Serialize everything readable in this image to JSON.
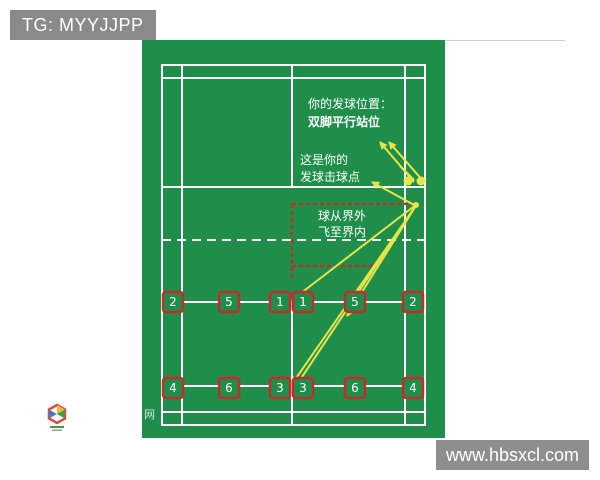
{
  "overlay_tag": "TG: MYYJJPP",
  "footer_site": "www.hbsxcl.com",
  "court": {
    "serve_position_label": "你的发球位置：",
    "serve_stance_label": "双脚平行站位",
    "hit_point_line1": "这是你的",
    "hit_point_line2": "发球击球点",
    "out_line1": "球从界外",
    "out_line2": "飞至界内",
    "watermark_text": "网",
    "zones": [
      {
        "label": "2"
      },
      {
        "label": "5"
      },
      {
        "label": "1"
      },
      {
        "label": "1"
      },
      {
        "label": "5"
      },
      {
        "label": "2"
      },
      {
        "label": "4"
      },
      {
        "label": "6"
      },
      {
        "label": "3"
      },
      {
        "label": "3"
      },
      {
        "label": "6"
      },
      {
        "label": "4"
      }
    ]
  },
  "colors": {
    "court_green": "#1f8e4a",
    "line_white": "#ffffff",
    "dashed_red": "#b8322a",
    "marker_red": "#c82a2a",
    "arrow_yellow": "#e8e44a",
    "tag_gray": "#8a8a8a"
  },
  "icons": [
    "logo-icon"
  ]
}
